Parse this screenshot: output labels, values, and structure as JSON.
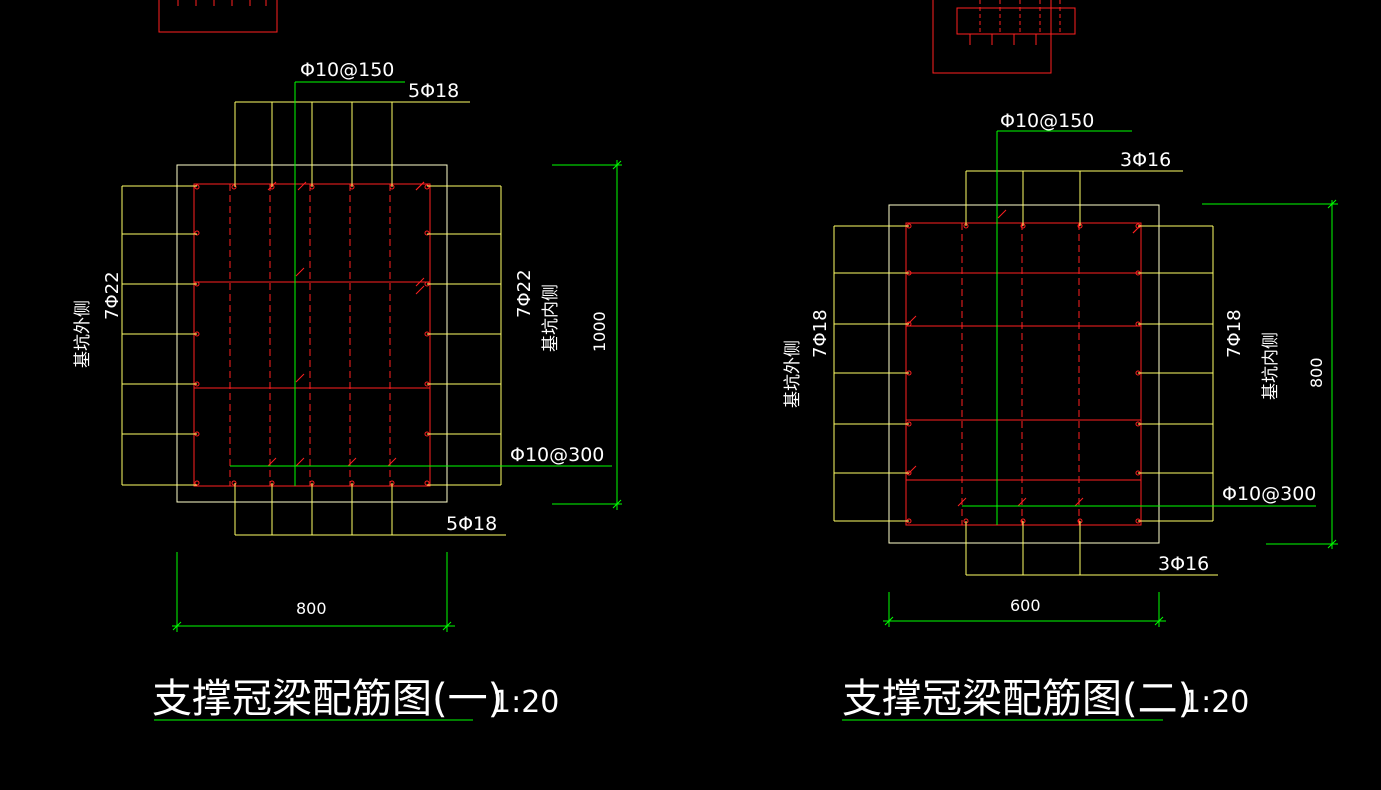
{
  "colors": {
    "background": "#000000",
    "concrete": "#ffffcc",
    "rebar": "#ff2020",
    "leader": "#ffff66",
    "dimension": "#00ff00",
    "text": "#ffffff"
  },
  "drawing1": {
    "title": "支撑冠梁配筋图(一)",
    "scale": "1:20",
    "stirrup_label": "Φ10@150",
    "top_bars": "5Φ18",
    "bottom_bars": "5Φ18",
    "left_bars": "7Φ22",
    "right_bars": "7Φ22",
    "tie_label": "Φ10@300",
    "outer_side": "基坑外侧",
    "inner_side": "基坑内侧",
    "width_dim": "800",
    "height_dim": "1000"
  },
  "drawing2": {
    "title": "支撑冠梁配筋图(二)",
    "scale": "1:20",
    "stirrup_label": "Φ10@150",
    "top_bars": "3Φ16",
    "bottom_bars": "3Φ16",
    "left_bars": "7Φ18",
    "right_bars": "7Φ18",
    "tie_label": "Φ10@300",
    "outer_side": "基坑外侧",
    "inner_side": "基坑内侧",
    "width_dim": "600",
    "height_dim": "800"
  }
}
